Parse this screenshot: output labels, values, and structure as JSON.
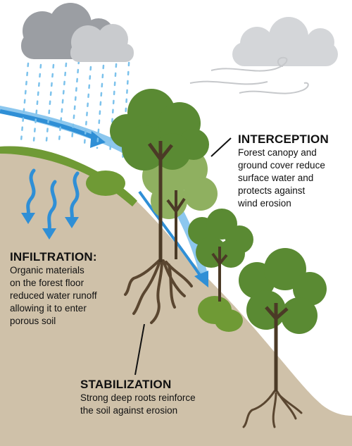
{
  "interception": {
    "title": "INTERCEPTION",
    "lines": [
      "Forest canopy and",
      "ground cover reduce",
      "surface water and",
      "protects against",
      "wind erosion"
    ]
  },
  "infiltration": {
    "title": "INFILTRATION:",
    "lines": [
      "Organic materials",
      "on the forest floor",
      "reduced water runoff",
      "allowing it to enter",
      "porous soil"
    ]
  },
  "stabilization": {
    "title": "STABILIZATION",
    "lines": [
      "Strong deep roots reinforce",
      "the soil against erosion"
    ]
  },
  "colors": {
    "soil": "#cfc1a9",
    "water": "#4aa5e0",
    "rain": "#7cc2ec",
    "cloud_dark": "#9b9ea3",
    "cloud_light": "#d2d4d7",
    "canopy_dark": "#5a8a33",
    "canopy_light": "#8fb060",
    "trunk": "#4b3a26",
    "ground_cover": "#6f9a35"
  }
}
